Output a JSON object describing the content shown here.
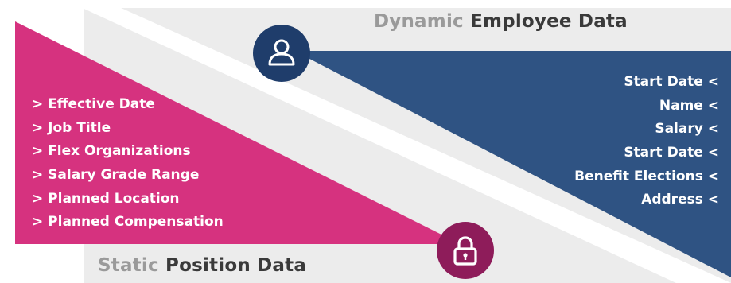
{
  "colors": {
    "magenta": "#d6327f",
    "navy": "#2f5383",
    "user_circle": "#1f3d6b",
    "lock_circle": "#8e1c5a",
    "band": "#ececec",
    "title_light": "#9a9a9a",
    "title_dark": "#3a3a3a"
  },
  "dynamic": {
    "title_light": "Dynamic",
    "title_dark": "Employee Data",
    "icon": "user-icon",
    "items": [
      "Start Date <",
      "Name  <",
      "Salary <",
      "Start Date <",
      "Benefit Elections  <",
      "Address <"
    ]
  },
  "static": {
    "title_light": "Static",
    "title_dark": "Position Data",
    "icon": "lock-icon",
    "items": [
      "> Effective Date",
      "> Job Title",
      "> Flex Organizations",
      "> Salary Grade Range",
      "> Planned Location",
      "> Planned Compensation"
    ]
  }
}
